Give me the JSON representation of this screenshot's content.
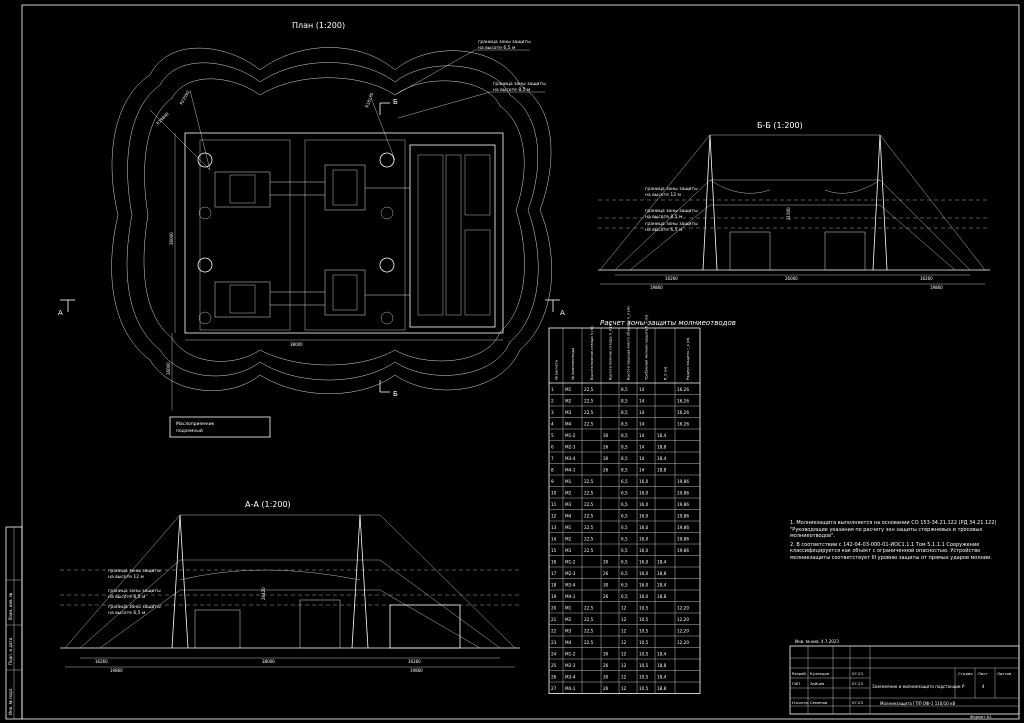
{
  "plan": {
    "title": "План (1:200)",
    "zone_label_1_a": "граница зоны защиты",
    "zone_label_1_b": "на высоте 6,5 м",
    "zone_label_2_a": "граница зоны защиты",
    "zone_label_2_b": "на высоте 8,5 м",
    "dim_width": "38000",
    "dim_height": "26000",
    "dim_side": "16000",
    "radius_1": "R19848",
    "radius_2": "R23592",
    "radius_3": "R18170",
    "oil_pit_a": "Маслоприемник",
    "oil_pit_b": "подземный",
    "mark_a": "А",
    "mark_b": "Б"
  },
  "section_aa": {
    "title": "А-А (1:200)",
    "zone_12_a": "граница зоны защиты",
    "zone_12_b": "на высоте 12 м",
    "zone_85_a": "граница зоны защиты",
    "zone_85_b": "на высоте 8,5 м",
    "zone_65_a": "граница зоны защиты",
    "zone_65_b": "на высоте 6,5 м",
    "dim_left_outer": "19860",
    "dim_left_inner": "16260",
    "dim_center": "38000",
    "dim_right_inner": "16260",
    "dim_right_outer": "19860",
    "dim_height": "26420"
  },
  "section_bb": {
    "title": "Б-Б (1:200)",
    "zone_12_a": "граница зоны защиты",
    "zone_12_b": "на высоте 12 м",
    "zone_85_a": "граница зоны защиты",
    "zone_85_b": "на высоте 8,5 м",
    "zone_65_a": "граница зоны защиты",
    "zone_65_b": "на высоте 6,5 м",
    "dim_left_outer": "19860",
    "dim_left_inner": "16260",
    "dim_center": "26000",
    "dim_right_inner": "16260",
    "dim_right_outer": "19860",
    "dim_height": "21500"
  },
  "table": {
    "title": "Расчет зоны защиты молниеотводов",
    "headers": [
      "№ расчета",
      "№ молниеотвода",
      "Высота молние-отвода h (м)",
      "Высота молние-отвода h_0 (м)",
      "Высота защища-емого объекта h_x (м)",
      "Требуемая молние-защита h_x (м)",
      "R_0 (м)",
      "Радиус защиты r_x (м)"
    ],
    "rows": [
      [
        "1",
        "М1",
        "22,5",
        "",
        "8,5",
        "14",
        "",
        "16,26"
      ],
      [
        "2",
        "М2",
        "22,5",
        "",
        "8,5",
        "14",
        "",
        "16,26"
      ],
      [
        "3",
        "М3",
        "22,5",
        "",
        "8,5",
        "14",
        "",
        "16,26"
      ],
      [
        "4",
        "М4",
        "22,5",
        "",
        "8,5",
        "14",
        "",
        "16,26"
      ],
      [
        "5",
        "М1-2",
        "",
        "30",
        "8,5",
        "14",
        "18,4",
        ""
      ],
      [
        "6",
        "М2-3",
        "",
        "26",
        "8,5",
        "14",
        "18,8",
        ""
      ],
      [
        "7",
        "М3-4",
        "",
        "30",
        "8,5",
        "14",
        "18,4",
        ""
      ],
      [
        "8",
        "М4-1",
        "",
        "26",
        "8,5",
        "14",
        "18,8",
        ""
      ],
      [
        "9",
        "М1",
        "22,5",
        "",
        "6,5",
        "16,0",
        "",
        "19,86"
      ],
      [
        "10",
        "М2",
        "22,5",
        "",
        "6,5",
        "16,0",
        "",
        "19,86"
      ],
      [
        "11",
        "М3",
        "22,5",
        "",
        "6,5",
        "16,0",
        "",
        "19,86"
      ],
      [
        "12",
        "М4",
        "22,5",
        "",
        "6,5",
        "16,0",
        "",
        "19,86"
      ],
      [
        "13",
        "М1",
        "22,5",
        "",
        "6,5",
        "16,0",
        "",
        "19,86"
      ],
      [
        "14",
        "М2",
        "22,5",
        "",
        "6,5",
        "16,0",
        "",
        "19,86"
      ],
      [
        "15",
        "М3",
        "22,5",
        "",
        "6,5",
        "16,0",
        "",
        "19,86"
      ],
      [
        "16",
        "М1-2",
        "",
        "30",
        "6,5",
        "16,0",
        "18,4",
        ""
      ],
      [
        "17",
        "М2-3",
        "",
        "26",
        "6,5",
        "16,0",
        "18,8",
        ""
      ],
      [
        "18",
        "М3-4",
        "",
        "30",
        "6,5",
        "16,0",
        "18,4",
        ""
      ],
      [
        "19",
        "М4-1",
        "",
        "26",
        "6,5",
        "16,0",
        "18,8",
        ""
      ],
      [
        "20",
        "М1",
        "22,5",
        "",
        "12",
        "10,5",
        "",
        "12,20"
      ],
      [
        "21",
        "М2",
        "22,5",
        "",
        "12",
        "10,5",
        "",
        "12,20"
      ],
      [
        "22",
        "М3",
        "22,5",
        "",
        "12",
        "10,5",
        "",
        "12,20"
      ],
      [
        "23",
        "М4",
        "22,5",
        "",
        "12",
        "10,5",
        "",
        "12,20"
      ],
      [
        "24",
        "М1-2",
        "",
        "30",
        "12",
        "10,5",
        "18,4",
        ""
      ],
      [
        "25",
        "М2-3",
        "",
        "26",
        "12",
        "10,5",
        "18,8",
        ""
      ],
      [
        "26",
        "М3-4",
        "",
        "30",
        "12",
        "10,5",
        "18,4",
        ""
      ],
      [
        "27",
        "М4-1",
        "",
        "26",
        "12",
        "10,5",
        "18,8",
        ""
      ]
    ]
  },
  "notes": {
    "n1": "1.   Молниезащита выполняется на основании СО 153-34.21.122 (РД 34.21.122) \"Руководящие указания по расчету зон защиты стержневых и тросовых молниеотводов\".",
    "n2": "2. В соответствии с 142-04-03-000-01-ИОС1.1.1 Том 5.1.1.1 Сооружение классифицируется как объект с ограниченной опасностью. Устройство молниезащиты соответствует III уровню защиты от прямых ударов молнии."
  },
  "title_block": {
    "ref": "Инв. № инв. 4.7.2023",
    "title_main": "Заземление и молниезащита подстанции",
    "title_sub": "Молниезащита ГПП ОФ-1 110/10 кВ",
    "row1": [
      "Разраб.",
      "Кузнецов",
      "",
      "07.23"
    ],
    "row2": [
      "ГИП",
      "Зайцев",
      "",
      "07.23"
    ],
    "row3": [
      "Н.контр.",
      "Семенов",
      "",
      "07.23"
    ],
    "stage_h": "Стадия",
    "sheet_h": "Лист",
    "sheets_h": "Листов",
    "stage": "Р",
    "sheet": "4",
    "format": "Формат А1"
  },
  "side_stamp": {
    "l1": "Инв. № подл.",
    "l2": "Подп. и дата",
    "l3": "Взам. инв. №"
  }
}
